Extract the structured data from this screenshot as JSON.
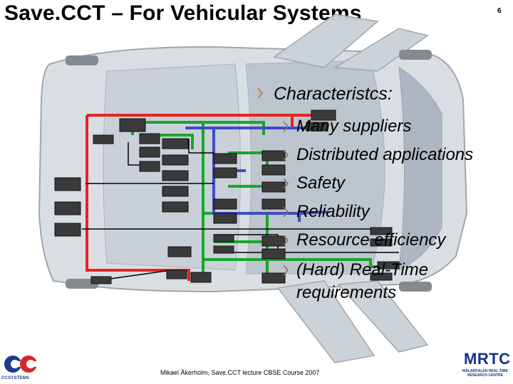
{
  "slide": {
    "title": "Save.CCT – For Vehicular Systems",
    "page_number": "6",
    "heading": "Characteristcs:",
    "bullets": [
      "Many suppliers",
      "Distributed applications",
      "Safety",
      "Reliability",
      "Resource efficiency",
      "(Hard) Real-Time",
      "requirements"
    ],
    "footer": "Mikael Åkerholm, Save.CCT lecture CBSE Course 2007",
    "logo_left_text": "CCSYSTEMS",
    "logo_right_text": "MRTC",
    "logo_right_subtext": "MÄLARDALEN REAL-TIME RESEARCH CENTRE"
  },
  "colors": {
    "bus_red": "#e8231e",
    "bus_green": "#1aa52c",
    "bus_blue": "#3f4bc9",
    "ecu_fill": "#3a3a3a",
    "brand_blue": "#14348a"
  },
  "icons": [
    "bullet-arrow-icon",
    "vehicle-illustration",
    "ccsystems-logo",
    "mrtc-logo"
  ]
}
